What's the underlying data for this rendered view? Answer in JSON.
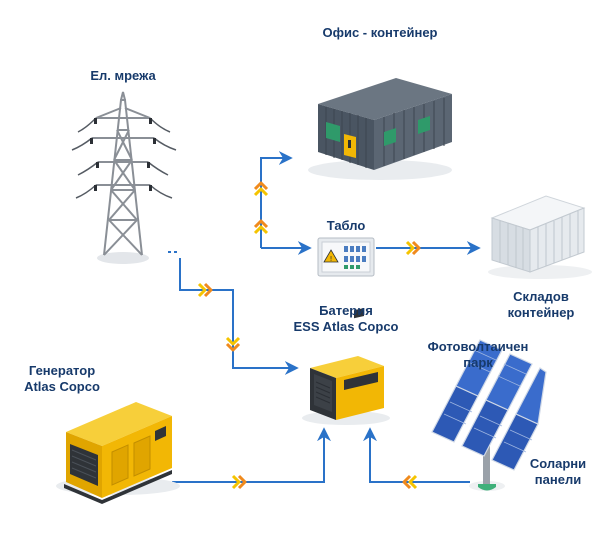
{
  "labels": {
    "grid": "Ел. мрежа",
    "office": "Офис - контейнер",
    "panel": "Табло",
    "warehouse_line1": "Складов",
    "warehouse_line2": "контейнер",
    "battery_line1": "Батерия",
    "battery_line2": "ESS Atlas Copco",
    "pv_line1": "Фотоволтаичен",
    "pv_line2": "парк",
    "generator_line1": "Генератор",
    "generator_line2": "Atlas Copco",
    "solar_line1": "Соларни",
    "solar_line2": "панели"
  },
  "colors": {
    "label_text": "#173a6b",
    "flow_line": "#2a72c8",
    "chevron_outer": "#f5c400",
    "chevron_inner": "#f08a1d",
    "generator_body": "#f2b705",
    "battery_body": "#f2b705",
    "office_body": "#4a5562",
    "office_windows": "#2f9a6a",
    "warehouse_body": "#e6eaee",
    "solar_panel": "#2d59b5",
    "tower_steel": "#8a8f96"
  },
  "icons": {
    "grid": "power-tower-icon",
    "office": "office-container-icon",
    "panel": "switchboard-icon",
    "warehouse": "storage-container-icon",
    "battery": "battery-ess-icon",
    "generator": "generator-icon",
    "solar": "solar-panels-icon",
    "flow": "double-chevron-icon"
  }
}
